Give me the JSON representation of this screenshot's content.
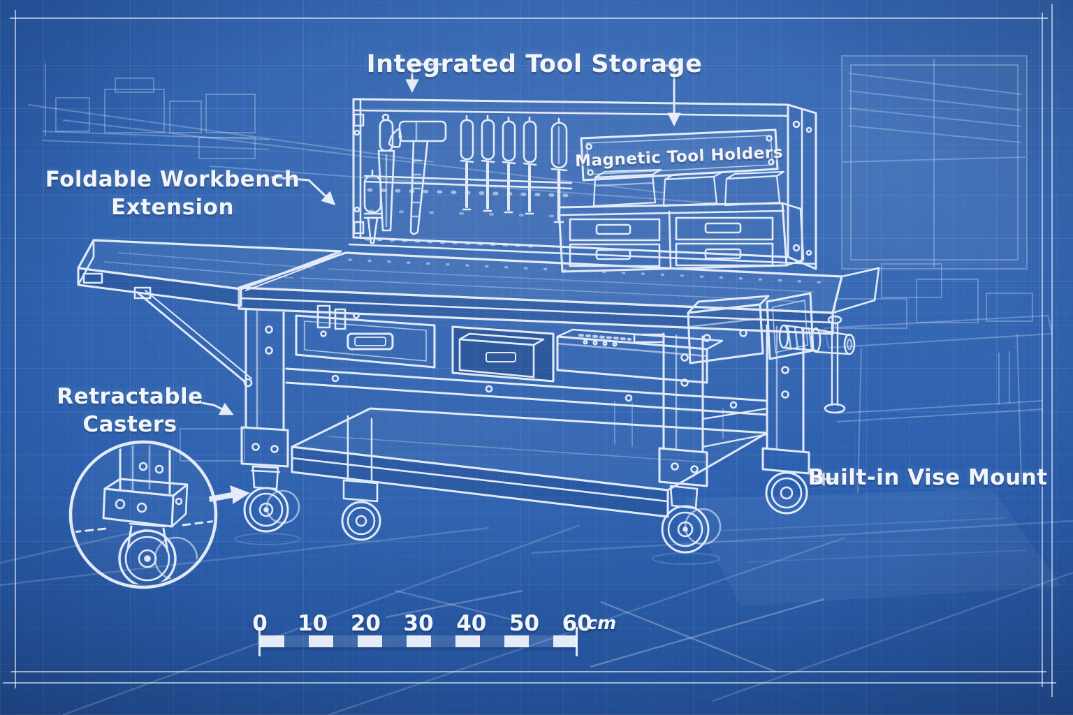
{
  "labels": {
    "integrated_tool_storage": "Integrated Tool Storage",
    "foldable_workbench_extension_line1": "Foldable Workbench",
    "foldable_workbench_extension_line2": "Extension",
    "magnetic_tool_holders": "Magnetic Tool Holders",
    "retractable_casters_line1": "Retractable",
    "retractable_casters_line2": "Casters",
    "built_in_vise_mount": "Built-in Vise Mount"
  },
  "scale": {
    "ticks": [
      "0",
      "10",
      "20",
      "30",
      "40",
      "50",
      "60"
    ],
    "unit": "cm"
  },
  "colors": {
    "paper": "#2b5fae",
    "ink": "#f2f6fb"
  }
}
